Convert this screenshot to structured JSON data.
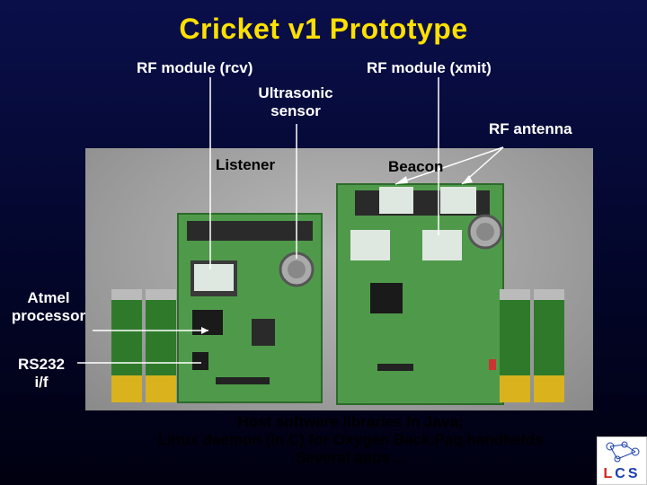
{
  "title": "Cricket v1 Prototype",
  "labels": {
    "rf_module_rcv": "RF module (rcv)",
    "rf_module_xmit": "RF module (xmit)",
    "ultrasonic_sensor_line1": "Ultrasonic",
    "ultrasonic_sensor_line2": "sensor",
    "rf_antenna": "RF antenna",
    "listener": "Listener",
    "beacon": "Beacon",
    "atmel_line1": "Atmel",
    "atmel_line2": "processor",
    "rs232_line1": "RS232",
    "rs232_line2": "i/f"
  },
  "footer": {
    "line1": "Host software libraries in Java;",
    "line2": "Linux daemon (in C) for Oxygen Back.Paq handhelds",
    "line3": "Several apps…"
  },
  "logo": {
    "l": "L",
    "c": "C",
    "s": "S"
  },
  "colors": {
    "title": "#ffe000",
    "pcb_green": "#4f9a4a",
    "battery_green": "#2f7a2a",
    "battery_gold": "#d9b21e"
  }
}
